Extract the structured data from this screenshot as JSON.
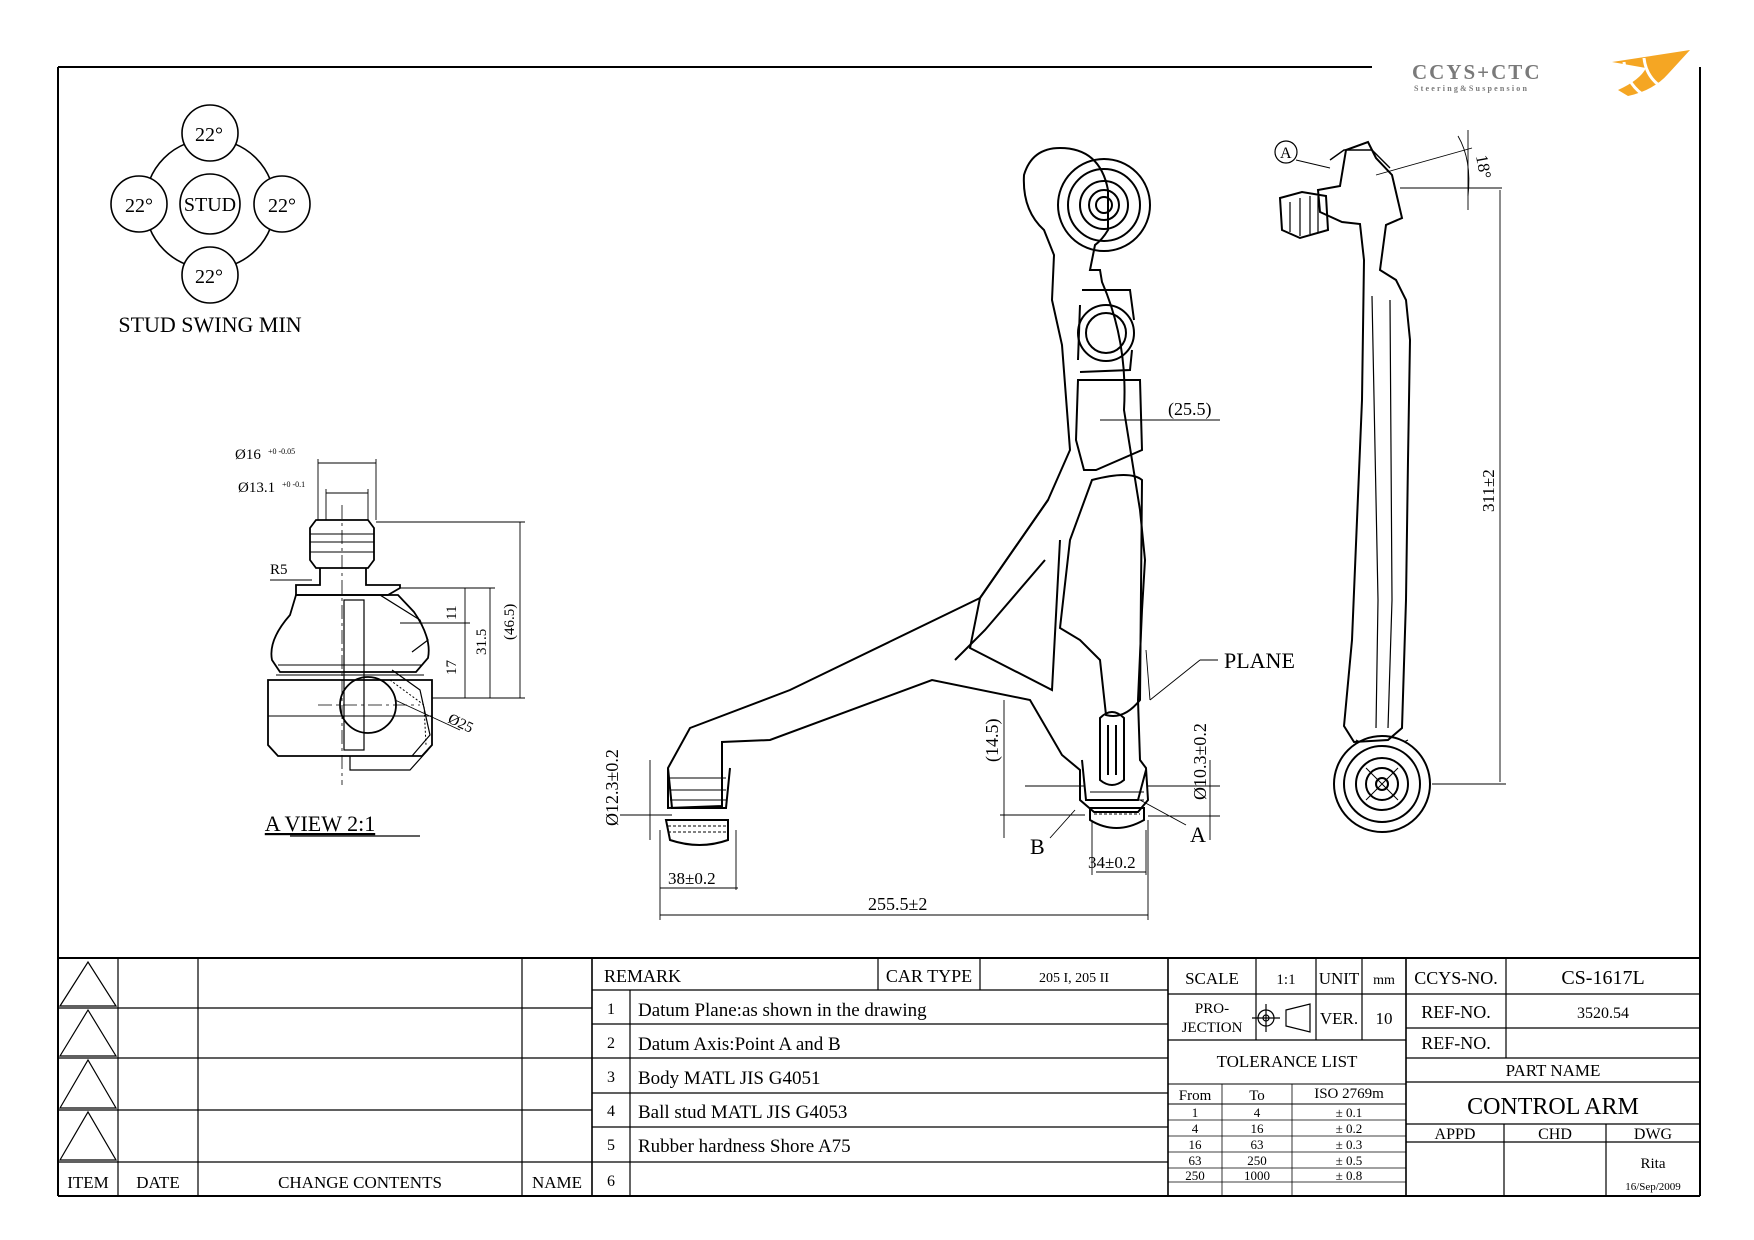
{
  "logo": {
    "brand": "CCYS+CTC",
    "tagline": "Steering&Suspension",
    "accent": "#F5A623",
    "mark": "#7a7a7a"
  },
  "stud_swing": {
    "values": [
      "22°",
      "22°",
      "22°",
      "22°"
    ],
    "center": "STUD",
    "caption": "STUD SWING MIN"
  },
  "a_view": {
    "caption": "A VIEW 2:1",
    "dims": {
      "d16": "Ø16",
      "d16_tol": "+0 -0.05",
      "d131": "Ø13.1",
      "d131_tol": "+0 -0.1",
      "r5": "R5",
      "h11": "11",
      "h17": "17",
      "h315": "31.5",
      "h465": "(46.5)",
      "d25": "Ø25"
    }
  },
  "plan_view": {
    "dims": {
      "d255": "255.5±2",
      "d38": "38±0.2",
      "d34": "34±0.2",
      "d123": "Ø12.3±0.2",
      "d103": "Ø10.3±0.2",
      "d145": "(14.5)",
      "d255p": "(25.5)"
    },
    "labels": {
      "plane": "PLANE",
      "point_a": "A",
      "point_b": "B"
    }
  },
  "side_view": {
    "angle": "18°",
    "height": "311±2",
    "marker": "A"
  },
  "revision_table": {
    "headers": {
      "item": "ITEM",
      "date": "DATE",
      "change": "CHANGE CONTENTS",
      "name": "NAME"
    }
  },
  "remarks": {
    "header": "REMARK",
    "car_type_label": "CAR TYPE",
    "car_type": "205 I, 205 II",
    "items": [
      {
        "no": "1",
        "text": "Datum Plane:as shown in the drawing"
      },
      {
        "no": "2",
        "text": "Datum Axis:Point A and B"
      },
      {
        "no": "3",
        "text": "Body MATL JIS G4051"
      },
      {
        "no": "4",
        "text": "Ball stud MATL JIS G4053"
      },
      {
        "no": "5",
        "text": "Rubber hardness Shore A75"
      },
      {
        "no": "6",
        "text": ""
      }
    ]
  },
  "meta": {
    "scale_label": "SCALE",
    "scale": "1:1",
    "unit_label": "UNIT",
    "unit": "mm",
    "projection_label_1": "PRO-",
    "projection_label_2": "JECTION",
    "ver_label": "VER.",
    "ver": "10",
    "ccys_no_label": "CCYS-NO.",
    "ccys_no": "CS-1617L",
    "ref_no_label": "REF-NO.",
    "ref_no": "3520.54",
    "ref_no2_label": "REF-NO.",
    "ref_no2": "",
    "part_name_label": "PART NAME",
    "part_name": "CONTROL ARM",
    "appd_label": "APPD",
    "chd_label": "CHD",
    "dwg_label": "DWG",
    "dwg_name": "Rita",
    "date": "16/Sep/2009"
  },
  "tolerance": {
    "title": "TOLERANCE LIST",
    "headers": [
      "From",
      "To",
      "ISO 2769m"
    ],
    "rows": [
      [
        "1",
        "4",
        "± 0.1"
      ],
      [
        "4",
        "16",
        "± 0.2"
      ],
      [
        "16",
        "63",
        "± 0.3"
      ],
      [
        "63",
        "250",
        "± 0.5"
      ],
      [
        "250",
        "1000",
        "± 0.8"
      ]
    ]
  }
}
